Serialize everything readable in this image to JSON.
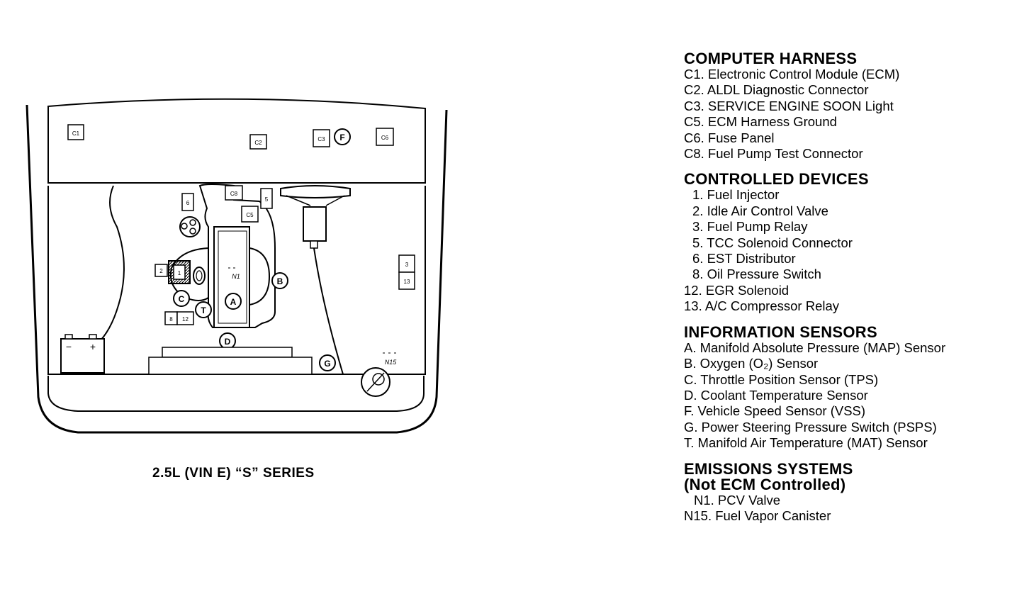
{
  "diagram": {
    "caption": "2.5L (VIN E) “S” SERIES",
    "labels": {
      "c1": "C1",
      "c2": "C2",
      "c3": "C3",
      "c5": "C5",
      "c6": "C6",
      "c8": "C8",
      "f": "F",
      "a": "A",
      "b": "B",
      "c": "C",
      "d": "D",
      "g": "G",
      "t": "T",
      "n1": "N1",
      "n15": "N15",
      "d1": "1",
      "d2": "2",
      "d3": "3",
      "d5": "5",
      "d6": "6",
      "d8": "8",
      "d12": "12",
      "d13": "13",
      "minus": "−",
      "plus": "+"
    }
  },
  "legend": {
    "computer_harness": {
      "title": "COMPUTER HARNESS",
      "items": [
        "C1. Electronic Control Module (ECM)",
        "C2. ALDL Diagnostic Connector",
        "C3. SERVICE ENGINE SOON Light",
        "C5. ECM Harness Ground",
        "C6. Fuse Panel",
        "C8. Fuel Pump Test Connector"
      ]
    },
    "controlled_devices": {
      "title": "CONTROLLED DEVICES",
      "items": [
        "1. Fuel Injector",
        "2. Idle Air Control Valve",
        "3. Fuel Pump Relay",
        "5. TCC Solenoid Connector",
        "6. EST Distributor",
        "8. Oil Pressure Switch",
        "12. EGR Solenoid",
        "13. A/C Compressor Relay"
      ]
    },
    "information_sensors": {
      "title": "INFORMATION SENSORS",
      "items": [
        "A. Manifold Absolute Pressure (MAP) Sensor",
        "B. Oxygen (O₂) Sensor",
        "C. Throttle Position Sensor (TPS)",
        "D. Coolant Temperature Sensor",
        "F. Vehicle Speed Sensor (VSS)",
        "G. Power Steering Pressure Switch (PSPS)",
        "T. Manifold Air Temperature (MAT) Sensor"
      ]
    },
    "emissions_systems": {
      "title": "EMISSIONS SYSTEMS",
      "subtitle": "(Not ECM Controlled)",
      "items": [
        "N1. PCV Valve",
        "N15. Fuel Vapor Canister"
      ]
    }
  }
}
